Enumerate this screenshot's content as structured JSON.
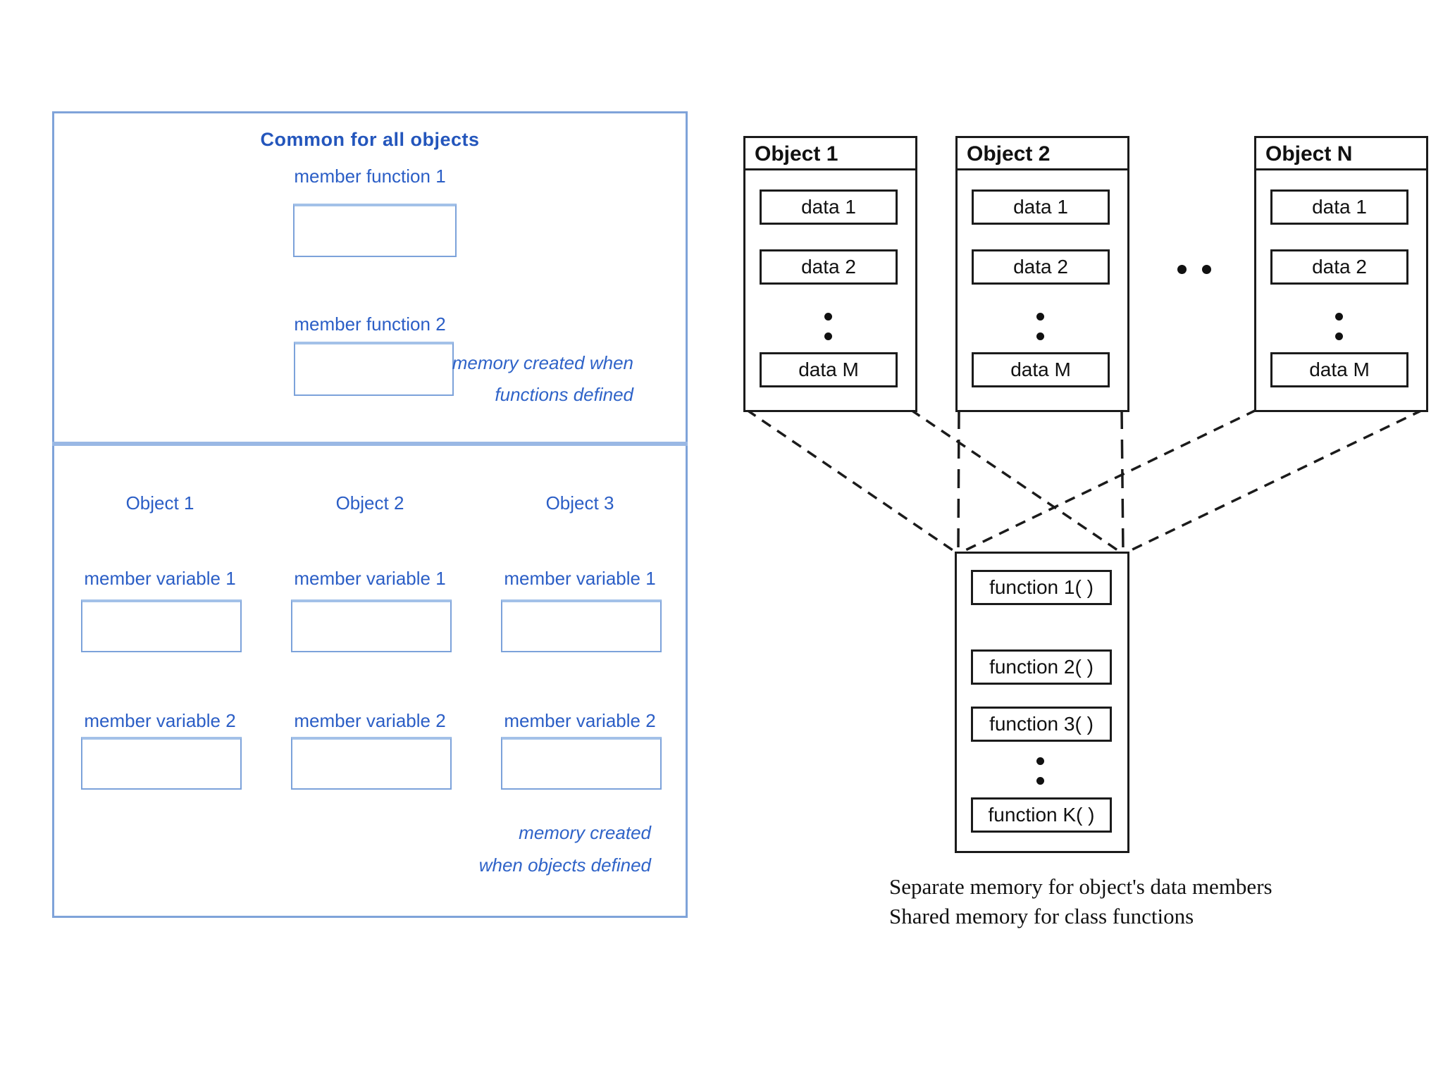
{
  "left_panel": {
    "title": "Common for all objects",
    "member_functions": [
      {
        "label": "member function 1"
      },
      {
        "label": "member function 2"
      }
    ],
    "functions_note_line1": "memory created when",
    "functions_note_line2": "functions defined",
    "objects": [
      {
        "name": "Object 1",
        "variables": [
          "member variable 1",
          "member variable 2"
        ]
      },
      {
        "name": "Object 2",
        "variables": [
          "member variable 1",
          "member variable 2"
        ]
      },
      {
        "name": "Object 3",
        "variables": [
          "member variable 1",
          "member variable 2"
        ]
      }
    ],
    "objects_note_line1": "memory created",
    "objects_note_line2": "when objects defined",
    "accent_text_color": "#2b5ec6",
    "border_color": "#7fa3d9"
  },
  "right_panel": {
    "objects": [
      {
        "title": "Object 1",
        "cells": [
          "data 1",
          "data 2",
          "data M"
        ]
      },
      {
        "title": "Object 2",
        "cells": [
          "data 1",
          "data 2",
          "data M"
        ]
      },
      {
        "title": "Object N",
        "cells": [
          "data 1",
          "data 2",
          "data M"
        ]
      }
    ],
    "functions": {
      "cells": [
        "function 1( )",
        "function 2( )",
        "function 3( )",
        "function K( )"
      ]
    },
    "caption_line1": "Separate memory for object's data members",
    "caption_line2": "Shared memory for class functions",
    "ink_color": "#1b1b1b"
  }
}
